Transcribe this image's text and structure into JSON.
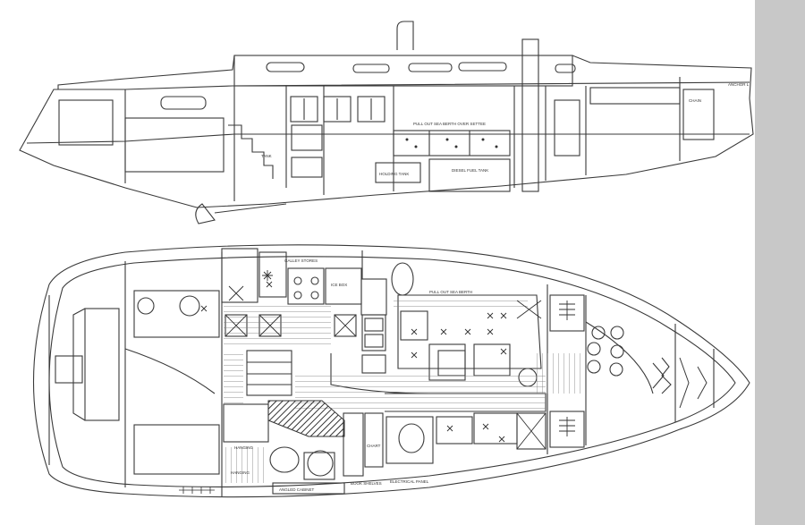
{
  "colors": {
    "background": "#ffffff",
    "line": "#3a3a3a",
    "hatch": "#555555",
    "sidebar": "#c8c8c8"
  },
  "profile": {
    "labels": {
      "pull_out_berth_upper": "PULL OUT SEA BERTH OVER SETTEE",
      "anchor_locker": "ANCHOR L",
      "fresh_water_tank": "TANK",
      "holding_tank": "HOLDING TANK",
      "diesel_tank": "DIESEL FUEL TANK",
      "chain_locker": "CHAIN"
    }
  },
  "plan": {
    "labels": {
      "galley_stores": "GALLEY STORES",
      "ice_box": "ICE BOX",
      "pull_out_berth": "PULL OUT SEA BERTH",
      "hanging_locker": "HANGING",
      "hanging_locker_2": "HANGING",
      "nav_station": "CHART",
      "angled_cabinet": "ANGLED CABINET",
      "book_shelves": "BOOK SHELVES",
      "electrical_panel": "ELECTRICAL PANEL"
    }
  }
}
